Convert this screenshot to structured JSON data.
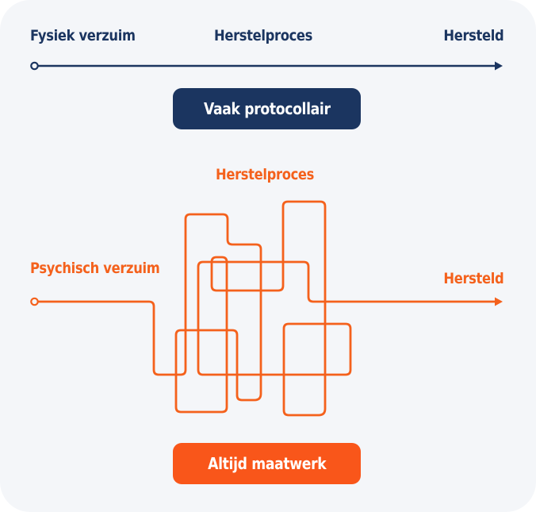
{
  "top": {
    "start_label": "Fysiek verzuim",
    "middle_label": "Herstelproces",
    "end_label": "Hersteld",
    "badge": "Vaak protocollair"
  },
  "bottom": {
    "start_label": "Psychisch verzuim",
    "middle_label": "Herstelproces",
    "end_label": "Hersteld",
    "badge": "Altijd maatwerk"
  },
  "colors": {
    "navy": "#1b3560",
    "orange": "#f4611c",
    "background": "#f4f6f9"
  }
}
